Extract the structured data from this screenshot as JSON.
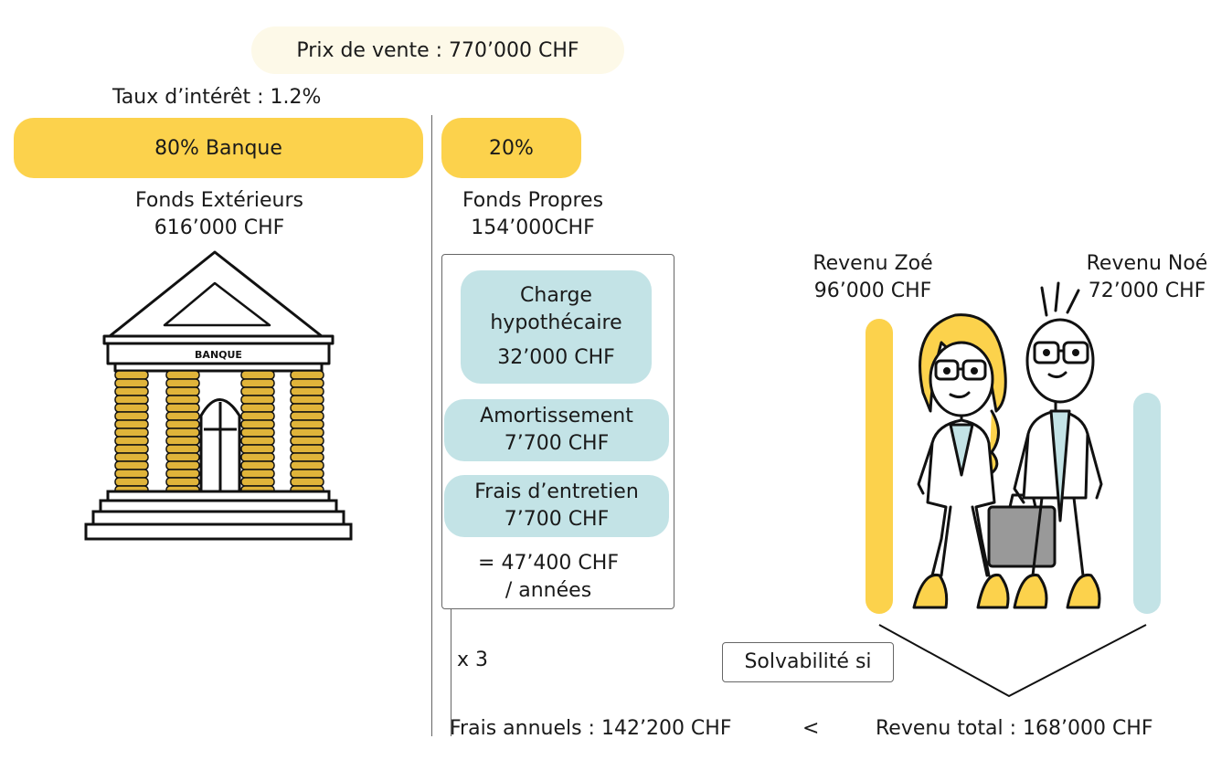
{
  "header": {
    "prix_vente": "Prix de vente : 770’000 CHF",
    "taux": "Taux d’intérêt : 1.2%"
  },
  "left": {
    "bank_bar": "80% Banque",
    "fonds_label": "Fonds Extérieurs",
    "fonds_amount": "616’000 CHF",
    "bank_sign": "BANQUE"
  },
  "right": {
    "own_bar": "20%",
    "fonds_label": "Fonds Propres",
    "fonds_amount": "154’000CHF"
  },
  "costs": {
    "charge_title_1": "Charge",
    "charge_title_2": "hypothécaire",
    "charge_amount": "32’000 CHF",
    "amort_title": "Amortissement",
    "amort_amount": "7’700 CHF",
    "frais_title": "Frais d’entretien",
    "frais_amount": "7’700 CHF",
    "total_line1": "= 47’400 CHF",
    "total_line2": "/ années",
    "multiplier": "x 3"
  },
  "income": {
    "zoe_label": "Revenu Zoé",
    "zoe_amount": "96’000 CHF",
    "noe_label": "Revenu Noé",
    "noe_amount": "72’000 CHF",
    "solvency": "Solvabilité si"
  },
  "footer": {
    "annual": "Frais annuels : 142’200 CHF",
    "comparator": "<",
    "total_income": "Revenu total : 168’000 CHF"
  },
  "colors": {
    "yellow": "#fcd24c",
    "teal": "#c3e3e6",
    "cream": "#fdf9e8"
  }
}
